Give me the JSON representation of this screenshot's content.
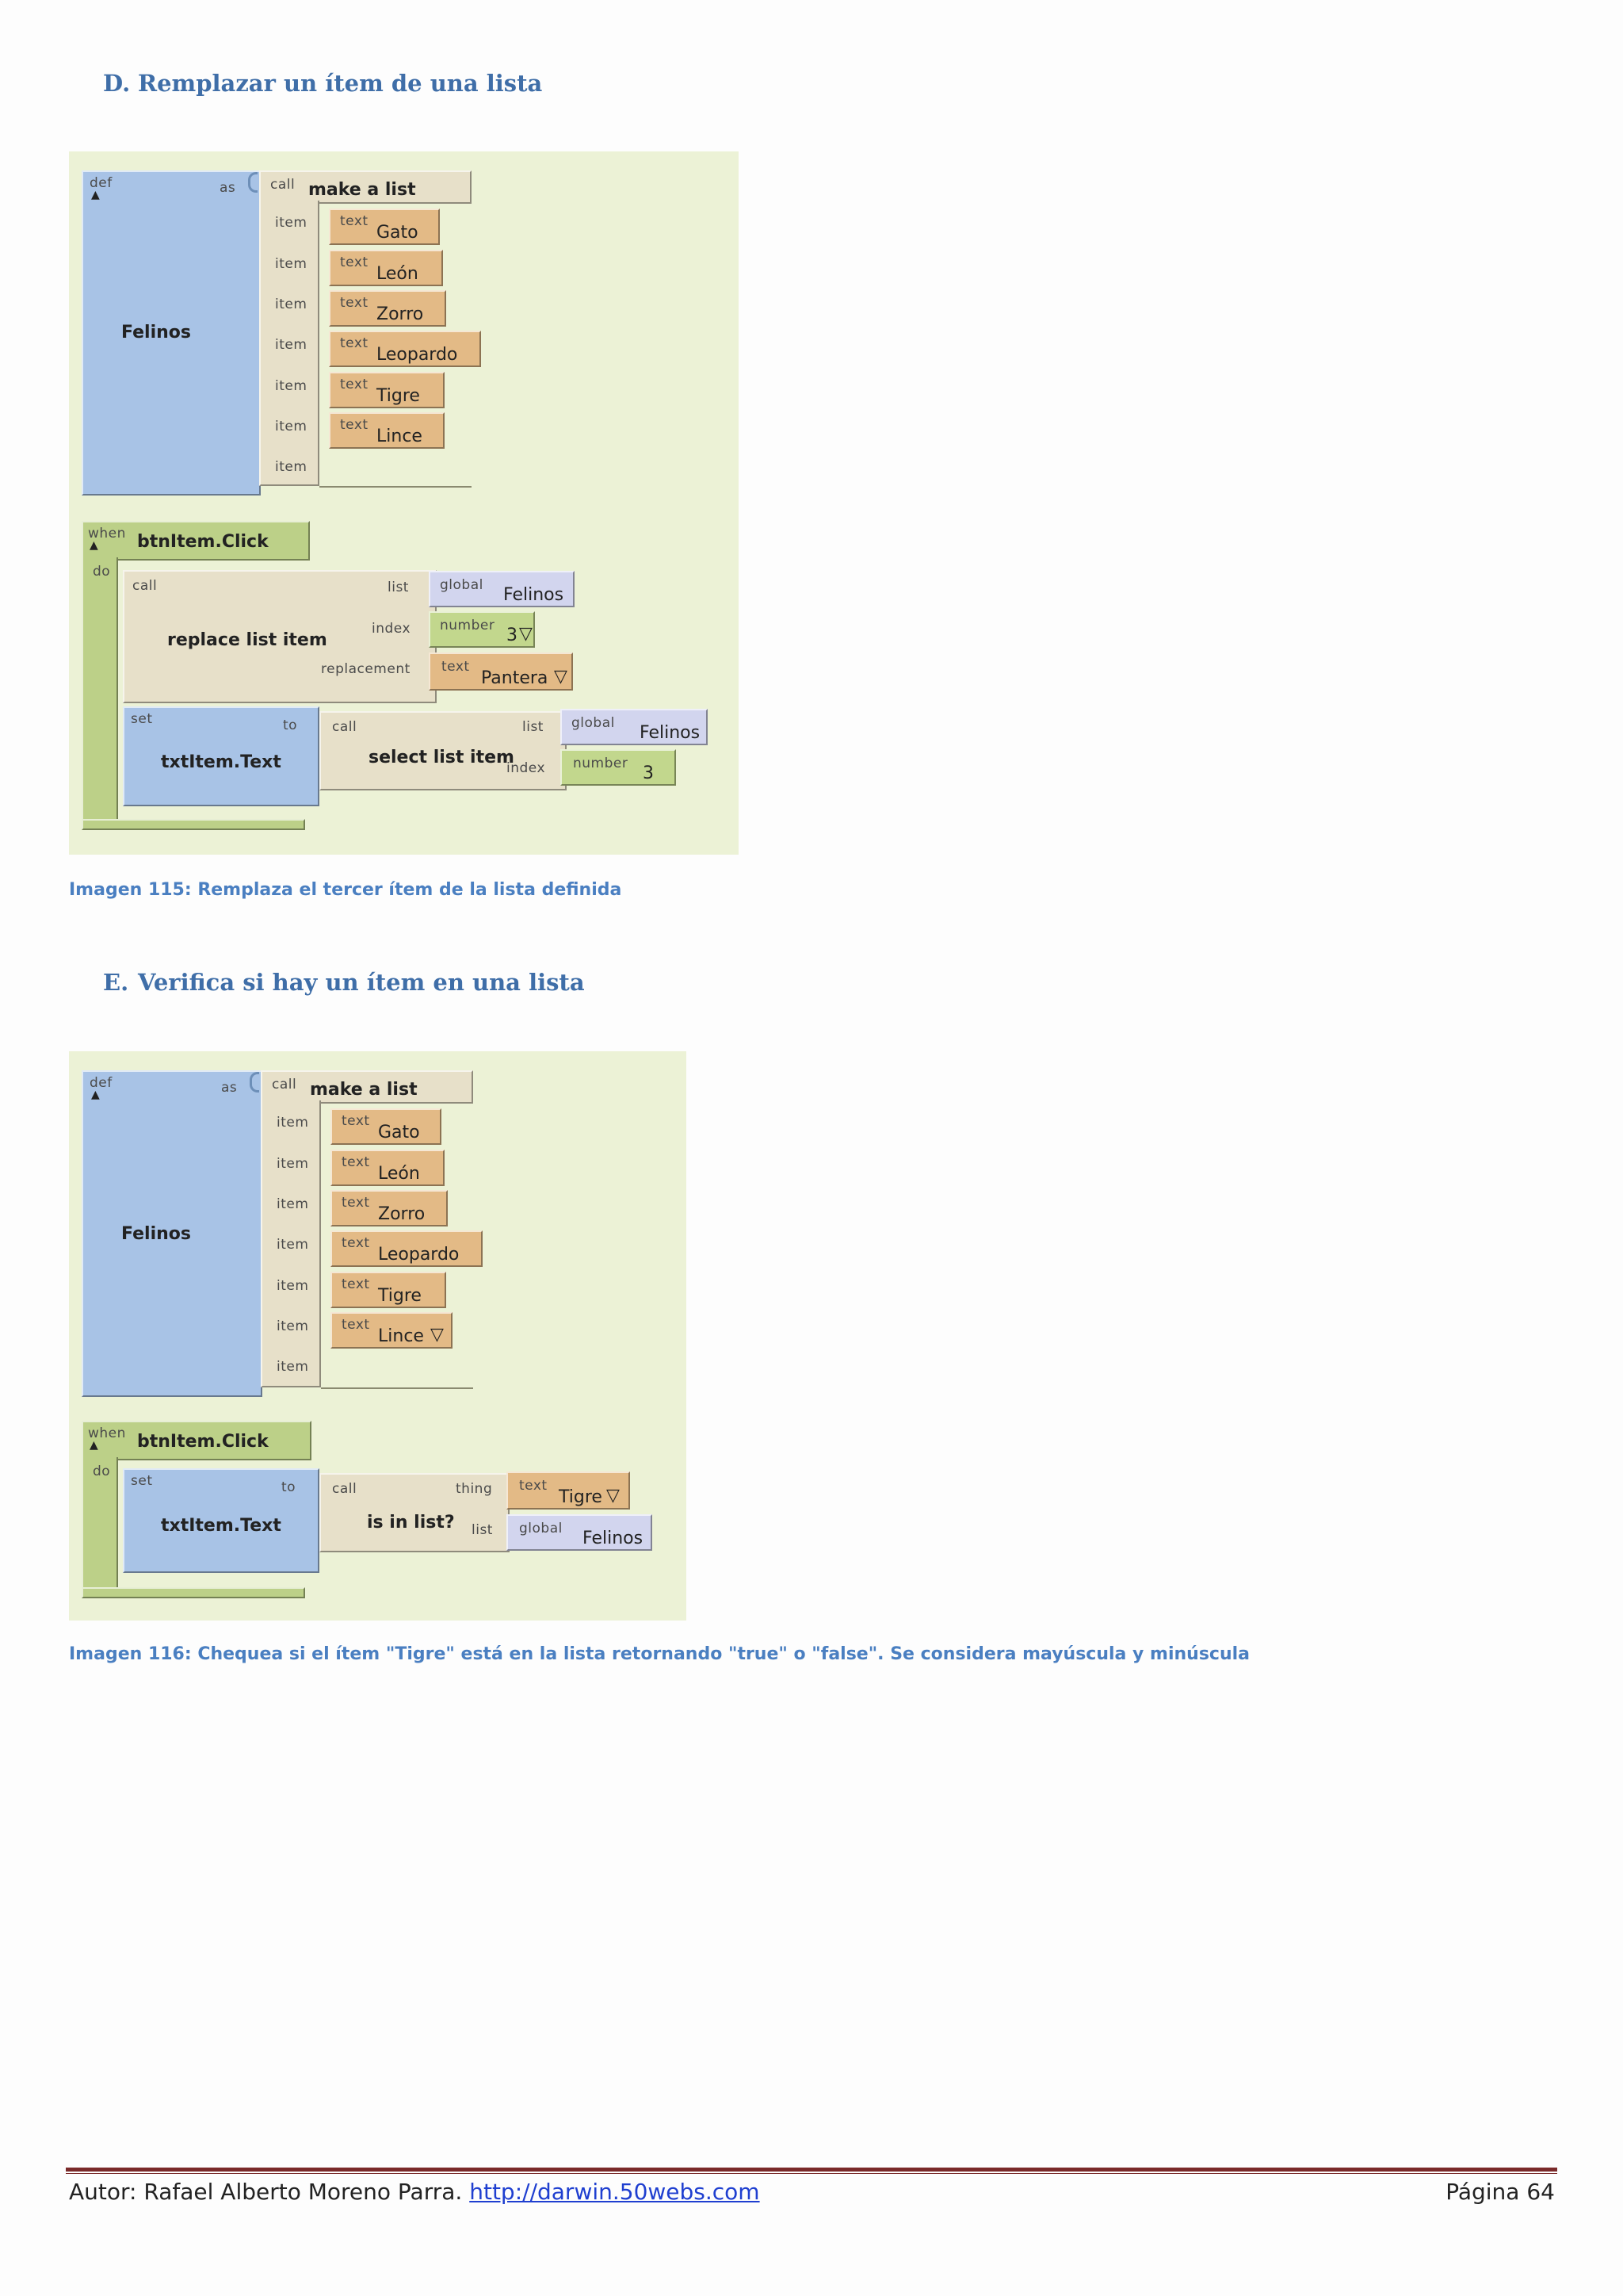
{
  "section_d": {
    "letter": "D.",
    "title": "Remplazar un ítem de una lista"
  },
  "section_e": {
    "letter": "E.",
    "title": "Verifica si hay un ítem en una lista"
  },
  "fig1": {
    "def_kw": "def",
    "as_kw": "as",
    "name": "Felinos",
    "call_kw": "call",
    "make_list": "make a list",
    "item_kw": "item",
    "text_kw": "text",
    "items": [
      "Gato",
      "León",
      "Zorro",
      "Leopardo",
      "Tigre",
      "Lince"
    ],
    "when_kw": "when",
    "event": "btnItem.Click",
    "do_kw": "do",
    "replace": "replace list item",
    "list_kw": "list",
    "index_kw": "index",
    "replacement_kw": "replacement",
    "global_kw": "global",
    "global_name": "Felinos",
    "number_kw": "number",
    "index_value": "3",
    "replacement_value": "Pantera",
    "set_kw": "set",
    "to_kw": "to",
    "target": "txtItem.Text",
    "select": "select list item"
  },
  "caption1": "Imagen 115: Remplaza el tercer ítem de la lista definida",
  "fig2": {
    "def_kw": "def",
    "as_kw": "as",
    "name": "Felinos",
    "call_kw": "call",
    "make_list": "make a list",
    "item_kw": "item",
    "text_kw": "text",
    "items": [
      "Gato",
      "León",
      "Zorro",
      "Leopardo",
      "Tigre",
      "Lince"
    ],
    "when_kw": "when",
    "event": "btnItem.Click",
    "do_kw": "do",
    "set_kw": "set",
    "to_kw": "to",
    "target": "txtItem.Text",
    "is_in_list": "is in list?",
    "thing_kw": "thing",
    "list_kw": "list",
    "thing_value": "Tigre",
    "global_kw": "global",
    "global_name": "Felinos"
  },
  "caption2": "Imagen 116: Chequea si el ítem \"Tigre\" está en la lista retornando \"true\" o \"false\". Se considera mayúscula y minúscula",
  "footer": {
    "author": "Autor: Rafael Alberto Moreno Parra.",
    "link": "http://darwin.50webs.com",
    "page": "Página 64"
  },
  "colors": {
    "heading": "#3f6ea8",
    "caption": "#4a7fc1",
    "rule": "#7a2a2a",
    "panel": "#ecf2d6"
  }
}
